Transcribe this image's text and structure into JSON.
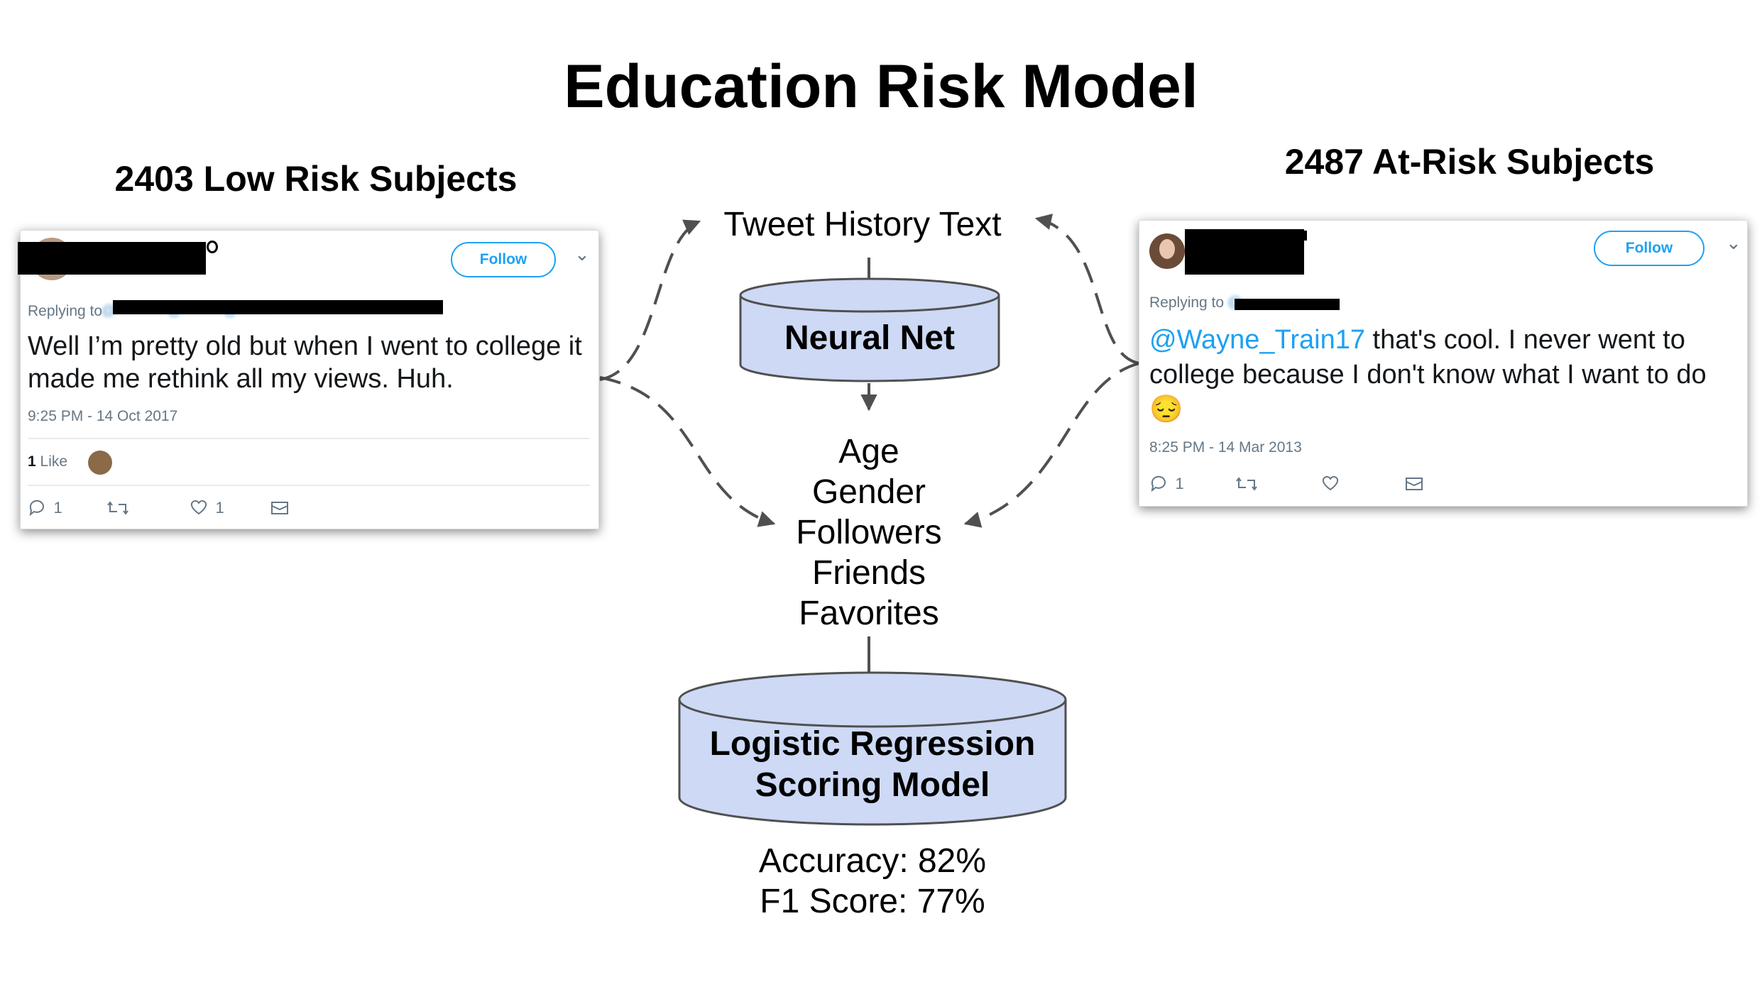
{
  "title": "Education Risk Model",
  "left_panel": {
    "heading": "2403 Low Risk Subjects",
    "tweet": {
      "follow_label": "Follow",
      "replying_label": "Replying to",
      "text": "Well I’m pretty old but when I went to college it made me rethink all my views. Huh.",
      "timestamp": "9:25 PM - 14 Oct 2017",
      "likes_count": "1",
      "likes_label": "Like",
      "reply_count": "1",
      "heart_count": "1"
    }
  },
  "right_panel": {
    "heading": "2487 At-Risk Subjects",
    "tweet": {
      "follow_label": "Follow",
      "replying_label": "Replying to",
      "mention": "@Wayne_Train17",
      "text": " that's cool. I never went to college because I don't know what I want to do ",
      "emoji": "😔",
      "timestamp": "8:25 PM - 14 Mar 2013",
      "reply_count": "1"
    }
  },
  "flow": {
    "input_label": "Tweet History Text",
    "neural_net_label": "Neural Net",
    "features": [
      "Age",
      "Gender",
      "Followers",
      "Friends",
      "Favorites"
    ],
    "model_label_line1": "Logistic Regression",
    "model_label_line2": "Scoring Model",
    "accuracy": "Accuracy: 82%",
    "f1": "F1 Score: 77%"
  },
  "colors": {
    "cylinder_fill": "#cdd9f5",
    "cylinder_stroke": "#505050",
    "arrow": "#505050",
    "twitter_blue": "#1da1f2"
  },
  "icons": [
    "reply-icon",
    "retweet-icon",
    "heart-icon",
    "mail-icon",
    "chevron-down-icon",
    "avatar"
  ]
}
